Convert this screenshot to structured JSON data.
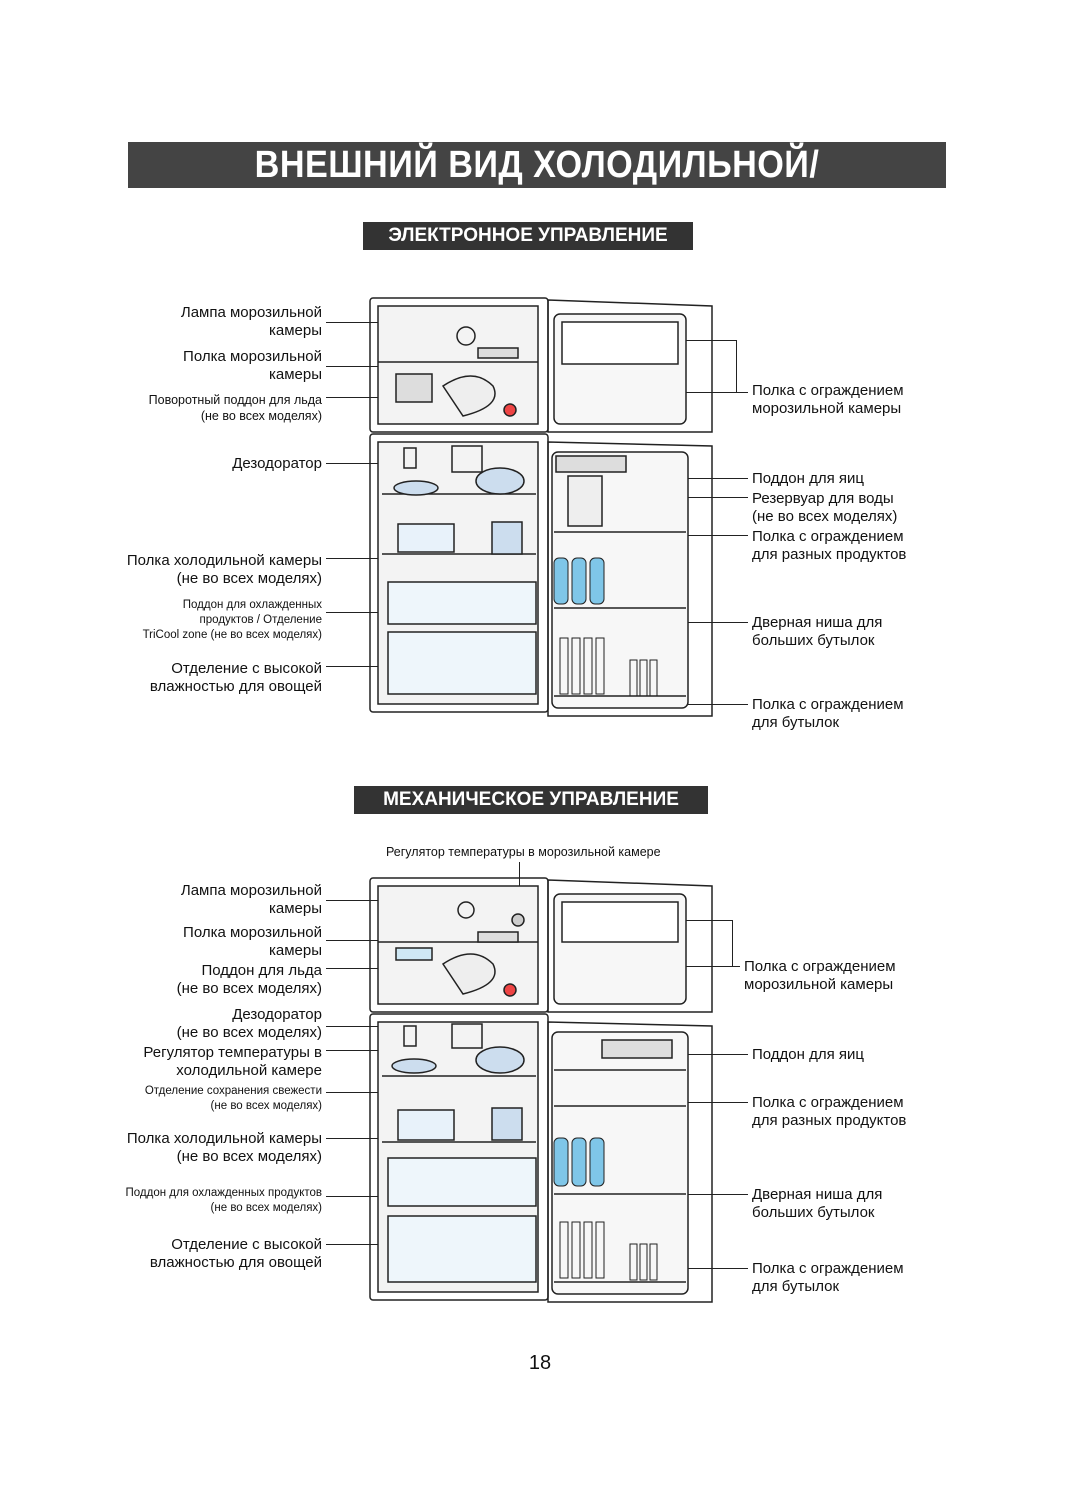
{
  "title": "ВНЕШНИЙ ВИД ХОЛОДИЛЬНОЙ/МОРОЗИЛЬНОЙ КАМЕРЫ",
  "section1": {
    "heading": "ЭЛЕКТРОННОЕ УПРАВЛЕНИЕ",
    "left_labels": [
      [
        "Лампа морозильной",
        "камеры"
      ],
      [
        "Полка морозильной",
        "камеры"
      ],
      [
        "Поворотный поддон для льда",
        "(не во всех моделях)"
      ],
      [
        "Дезодоратор"
      ],
      [
        "Полка холодильной камеры",
        "(не во всех моделях)"
      ],
      [
        "Поддон для охлажденных",
        "продуктов / Отделение",
        "TriCool zone (не во всех моделях)"
      ],
      [
        "Отделение с высокой",
        "влажностью для овощей"
      ]
    ],
    "right_labels": [
      [
        "Полка с ограждением",
        "морозильной камеры"
      ],
      [
        "Поддон для яиц"
      ],
      [
        "Резервуар для воды",
        "(не во всех моделях)"
      ],
      [
        "Полка с ограждением",
        "для разных продуктов"
      ],
      [
        "Дверная ниша для",
        "больших бутылок"
      ],
      [
        "Полка с ограждением",
        "для бутылок"
      ]
    ]
  },
  "section2": {
    "heading": "МЕХАНИЧЕСКОЕ УПРАВЛЕНИЕ",
    "top_label": "Регулятор температуры в морозильной камере",
    "left_labels": [
      [
        "Лампа морозильной",
        "камеры"
      ],
      [
        "Полка морозильной",
        "камеры"
      ],
      [
        "Поддон для льда",
        "(не во всех моделях)"
      ],
      [
        "Дезодоратор",
        "(не во всех моделях)"
      ],
      [
        "Регулятор температуры в",
        "холодильной камере"
      ],
      [
        "Отделение сохранения свежести",
        "(не во всех моделях)"
      ],
      [
        "Полка холодильной камеры",
        "(не во всех моделях)"
      ],
      [
        "Поддон для охлажденных продуктов",
        "(не во всех моделях)"
      ],
      [
        "Отделение с высокой",
        "влажностью для овощей"
      ]
    ],
    "right_labels": [
      [
        "Полка с ограждением",
        "морозильной камеры"
      ],
      [
        "Поддон для яиц"
      ],
      [
        "Полка с ограждением",
        "для разных продуктов"
      ],
      [
        "Дверная ниша для",
        "больших бутылок"
      ],
      [
        "Полка с ограждением",
        "для бутылок"
      ]
    ]
  },
  "page_number": "18",
  "colors": {
    "banner_bg": "#444444",
    "heading_bg": "#333333",
    "bottle": "#7fc6e8"
  }
}
